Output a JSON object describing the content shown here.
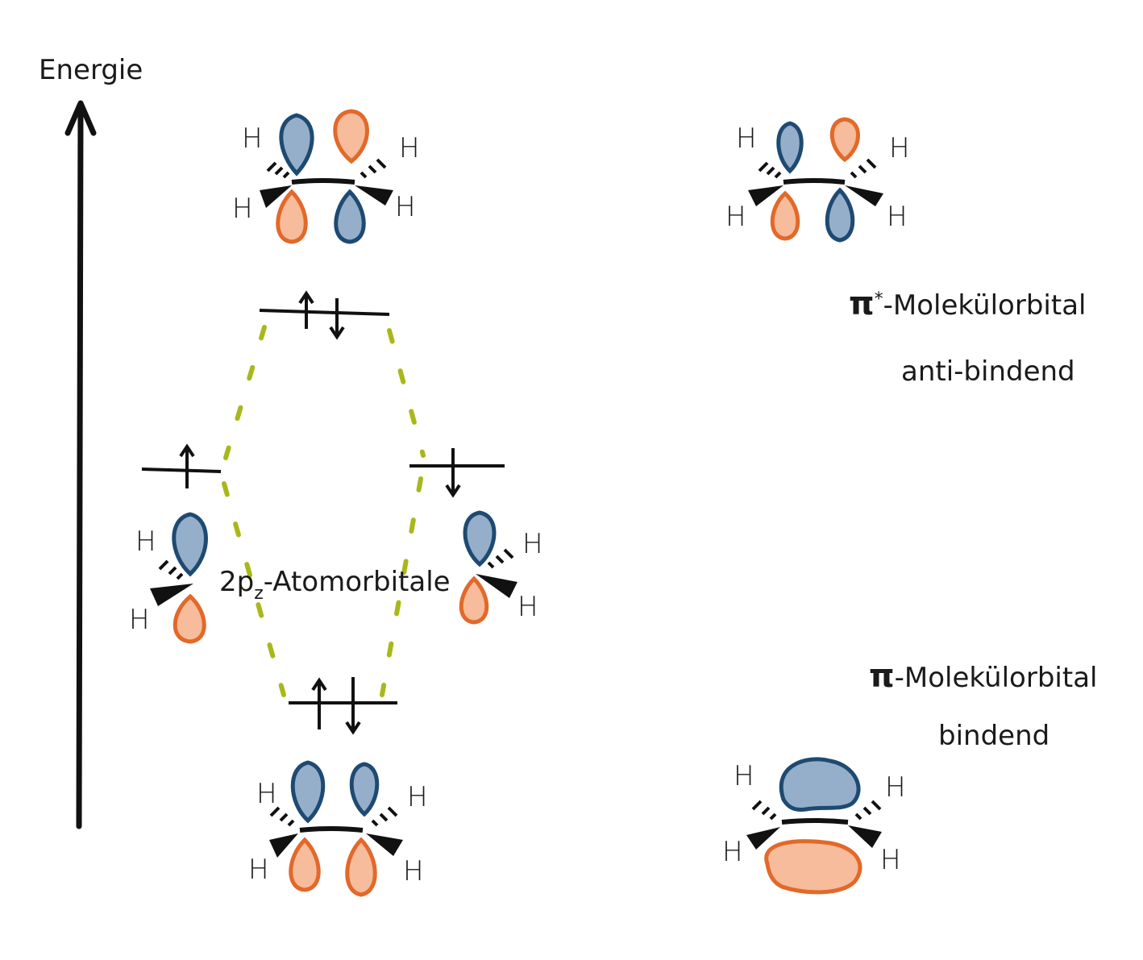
{
  "axis": {
    "label": "Energie"
  },
  "labels": {
    "antibonding_title_symbol": "π",
    "antibonding_title_star": "*",
    "antibonding_title_rest": "-Molekülorbital",
    "antibonding_sub": "anti-bindend",
    "bonding_title_symbol": "π",
    "bonding_title_rest": "-Molekülorbital",
    "bonding_sub": "bindend",
    "atomic_prefix": "2p",
    "atomic_sub": "z",
    "atomic_rest": "-Atomorbitale"
  },
  "hydrogen": "H",
  "colors": {
    "blue_stroke": "#1e4a72",
    "blue_fill": "#7b9bbd",
    "orange_stroke": "#e2692a",
    "orange_fill": "#f4b08a",
    "dash_green": "#a8b81a",
    "ink": "#111111"
  },
  "energy_levels": [
    {
      "level": "pi-star",
      "electrons": "empty-arrows-shown"
    },
    {
      "level": "2pz-left",
      "electrons": "up"
    },
    {
      "level": "2pz-right",
      "electrons": "down"
    },
    {
      "level": "pi",
      "electrons": "up-down"
    }
  ]
}
